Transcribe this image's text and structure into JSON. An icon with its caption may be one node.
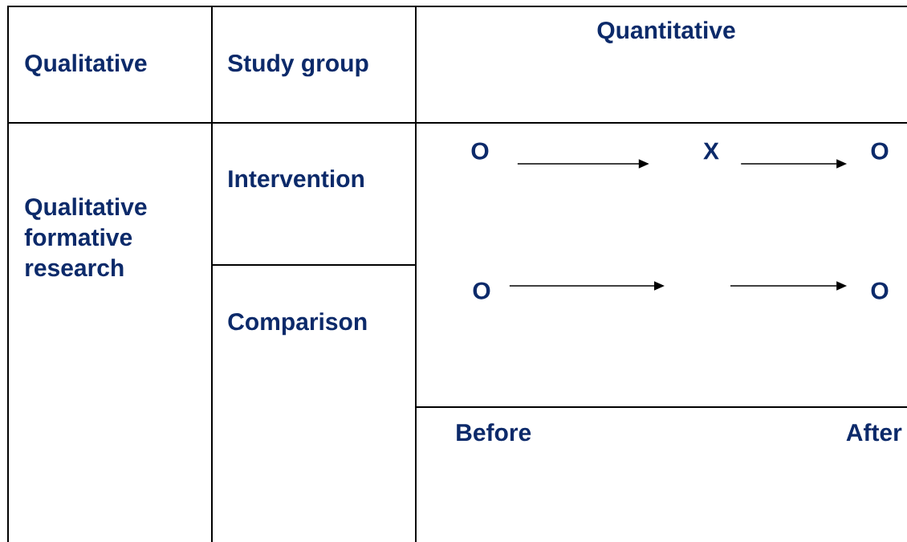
{
  "diagram": {
    "nodes": [
      {
        "text": [
          "O"
        ]
      },
      {
        "text": [
          "X"
        ]
      },
      {
        "text": [
          "O"
        ]
      },
      {
        "text": [
          "O"
        ]
      },
      {
        "text": [
          "O"
        ]
      }
    ],
    "edges": [
      {
        "from": 0,
        "to": 1,
        "arrow": "to"
      },
      {
        "from": 1,
        "to": 2,
        "arrow": "to"
      },
      {
        "from": 3,
        "to": null,
        "arrow": "to"
      },
      {
        "from": null,
        "to": 4,
        "arrow": "to"
      }
    ],
    "labels": [
      "Qualitative",
      "Study group",
      "Quantitative",
      "Qualitative formative research",
      "Intervention",
      "Comparison",
      "Before",
      "After"
    ]
  }
}
